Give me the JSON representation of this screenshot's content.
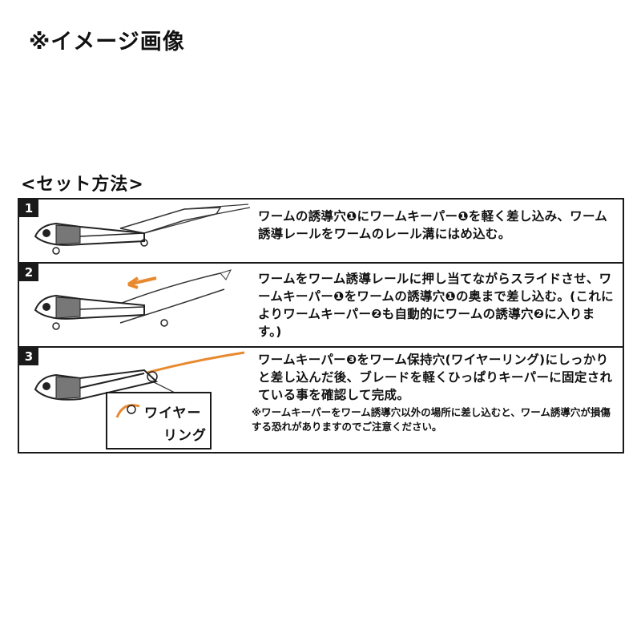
{
  "header": {
    "caption": "※イメージ画像"
  },
  "section": {
    "title": "<セット方法>"
  },
  "steps": [
    {
      "number": "1",
      "text": "ワームの誘導穴❶にワームキーパー❶を軽く差し込み、ワーム誘導レールをワームのレール溝にはめ込む。"
    },
    {
      "number": "2",
      "text": "ワームをワーム誘導レールに押し当てながらスライドさせ、ワームキーパー❶をワームの誘導穴❶の奥まで差し込む。(これによりワームキーパー❷も自動的にワームの誘導穴❷に入ります。)"
    },
    {
      "number": "3",
      "text": "ワームキーパー❸をワーム保持穴(ワイヤーリング)にしっかりと差し込んだ後、ブレードを軽くひっぱりキーパーに固定されている事を確認して完成。",
      "note": "※ワームキーパーをワーム誘導穴以外の場所に差し込むと、ワーム誘導穴が損傷する恐れがありますのでご注意ください。",
      "wire_label_line1": "ワイヤー",
      "wire_label_line2": "リング"
    }
  ],
  "colors": {
    "accent": "#e8892f",
    "border": "#1a1a1a"
  }
}
